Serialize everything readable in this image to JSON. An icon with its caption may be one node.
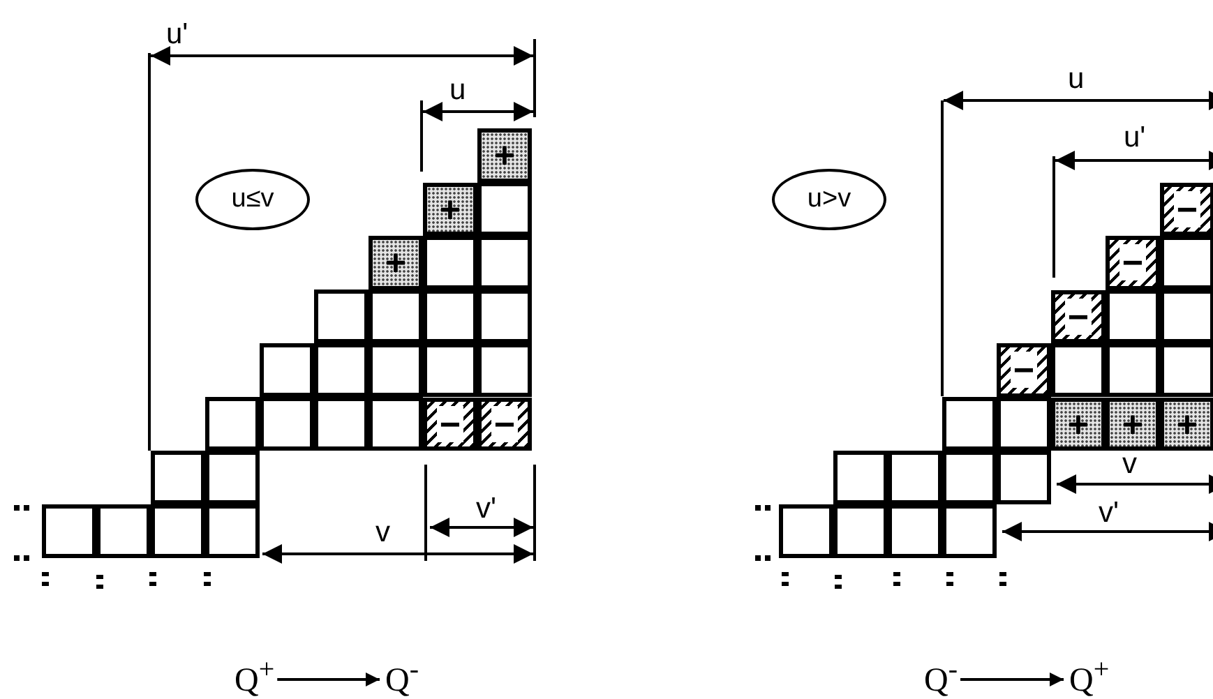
{
  "diagram": {
    "nodes": [
      {
        "text": [
          "+"
        ]
      },
      {
        "text": [
          "u≤v"
        ]
      },
      {
        "text": [
          "+"
        ]
      },
      {
        "text": [
          "+"
        ]
      },
      {
        "text": [
          "−"
        ]
      },
      {
        "text": [
          "−"
        ]
      },
      {
        "text": [
          "u>v"
        ]
      },
      {
        "text": [
          "−"
        ]
      },
      {
        "text": [
          "−"
        ]
      },
      {
        "text": [
          "−"
        ]
      },
      {
        "text": [
          "−"
        ]
      },
      {
        "text": [
          "+"
        ]
      },
      {
        "text": [
          "+"
        ]
      },
      {
        "text": [
          "+"
        ]
      },
      {
        "text": [
          "Q$^{+}$"
        ]
      },
      {
        "text": [
          "Q$^{-}$"
        ]
      },
      {
        "text": [
          "Q$^{-}$"
        ]
      },
      {
        "text": [
          "Q$^{+}$"
        ]
      }
    ],
    "edges": [
      {
        "from": 14,
        "to": 15,
        "arrow": "to"
      },
      {
        "from": 16,
        "to": 17,
        "arrow": "to"
      }
    ],
    "labels": [
      "u'",
      "u",
      "v'",
      "v",
      "u",
      "u'",
      "v",
      "v'"
    ]
  }
}
